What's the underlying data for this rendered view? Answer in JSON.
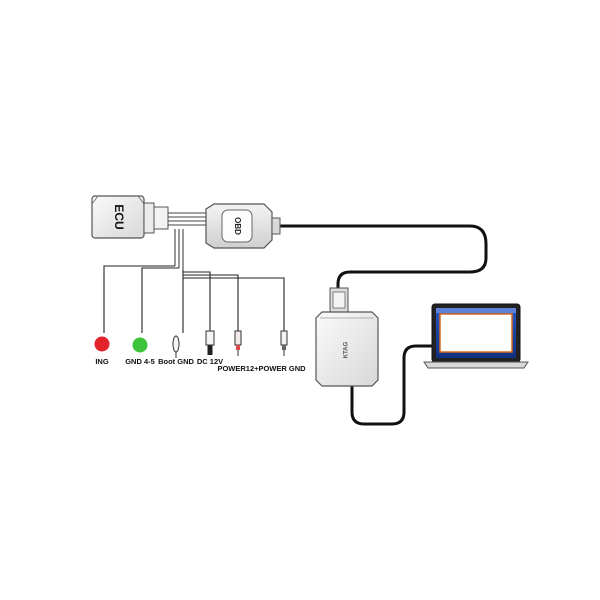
{
  "ecu": {
    "label": "ECU"
  },
  "obd": {
    "label": "OBD"
  },
  "device": {
    "label": "KTAG"
  },
  "connectors": [
    {
      "label": "ING",
      "color": "#e2232a"
    },
    {
      "label": "GND 4-5",
      "color": "#3ec43a"
    },
    {
      "label": "Boot GND"
    },
    {
      "label": "DC 12V"
    },
    {
      "label": "POWER12+"
    },
    {
      "label": "POWER GND"
    }
  ],
  "colors": {
    "cable": "#111111",
    "wire_lines": "#222222",
    "screen_frame": "#1a3fa8",
    "screen_border": "#d86a1a",
    "screen_bg": "#ffffff"
  }
}
